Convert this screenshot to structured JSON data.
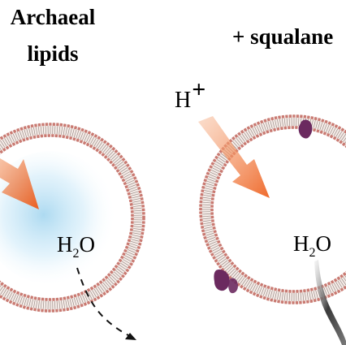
{
  "left_panel": {
    "title_line1": "Archaeal",
    "title_line2": "lipids",
    "water_h": "H",
    "water_sub": "2",
    "water_o": "O"
  },
  "right_panel": {
    "title": "+ squalane",
    "proton_h": "H",
    "proton_charge": "+",
    "water_h": "H",
    "water_sub": "2",
    "water_o": "O"
  },
  "colors": {
    "membrane_head": "#c97a72",
    "membrane_tail": "#f6ece8",
    "arrow": "#ee6a2a",
    "squalane": "#6b2a5f",
    "vesicle_fill": "#cfe8f6"
  }
}
